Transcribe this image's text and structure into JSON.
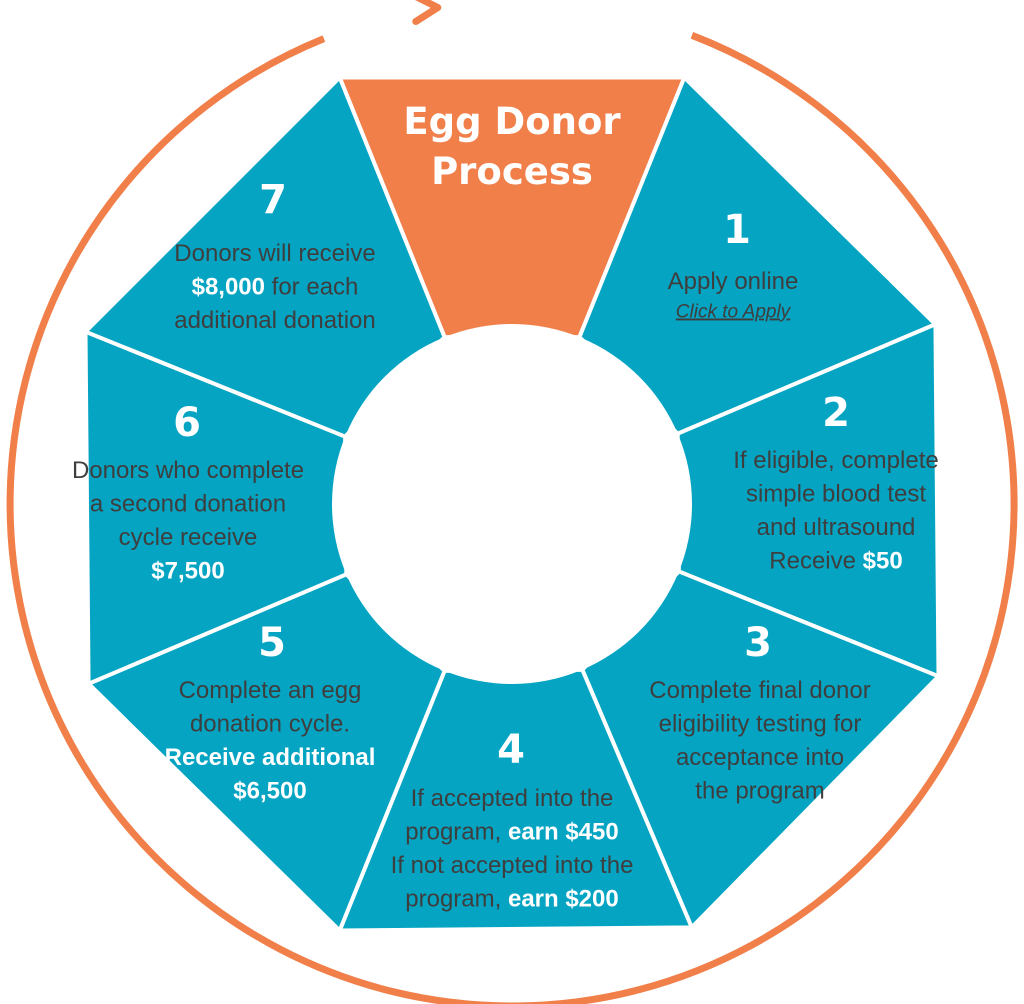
{
  "colors": {
    "segment": "#05a4c2",
    "highlight": "#f17f4a",
    "ring_arrow": "#f17f4a",
    "divider": "#ffffff",
    "body_text": "#3e3e3e",
    "emphasis_text": "#ffffff",
    "center": "#ffffff"
  },
  "title": {
    "line1": "Egg Donor",
    "line2": "Process"
  },
  "steps": [
    {
      "number": "1",
      "lines": [
        [
          {
            "t": "Apply online"
          }
        ]
      ],
      "link_label": "Click to Apply"
    },
    {
      "number": "2",
      "lines": [
        [
          {
            "t": "If eligible, complete"
          }
        ],
        [
          {
            "t": "simple blood test"
          }
        ],
        [
          {
            "t": "and ultrasound"
          }
        ],
        [
          {
            "t": "Receive "
          },
          {
            "t": "$50",
            "b": true
          }
        ]
      ]
    },
    {
      "number": "3",
      "lines": [
        [
          {
            "t": "Complete final donor"
          }
        ],
        [
          {
            "t": "eligibility testing for"
          }
        ],
        [
          {
            "t": "acceptance into"
          }
        ],
        [
          {
            "t": "the program"
          }
        ]
      ]
    },
    {
      "number": "4",
      "lines": [
        [
          {
            "t": "If accepted into the"
          }
        ],
        [
          {
            "t": "program, "
          },
          {
            "t": "earn $450",
            "b": true
          }
        ],
        [
          {
            "t": "If not accepted into the"
          }
        ],
        [
          {
            "t": "program, "
          },
          {
            "t": "earn $200",
            "b": true
          }
        ]
      ]
    },
    {
      "number": "5",
      "lines": [
        [
          {
            "t": "Complete an egg"
          }
        ],
        [
          {
            "t": "donation cycle."
          }
        ],
        [
          {
            "t": "Receive additional",
            "b": true
          }
        ],
        [
          {
            "t": "$6,500",
            "b": true
          }
        ]
      ]
    },
    {
      "number": "6",
      "lines": [
        [
          {
            "t": "Donors who complete"
          }
        ],
        [
          {
            "t": "a second donation"
          }
        ],
        [
          {
            "t": "cycle receive"
          }
        ],
        [
          {
            "t": "$7,500",
            "b": true
          }
        ]
      ]
    },
    {
      "number": "7",
      "lines": [
        [
          {
            "t": "Donors will receive"
          }
        ],
        [
          {
            "t": "$8,000",
            "b": true
          },
          {
            "t": " for each"
          }
        ],
        [
          {
            "t": "additional donation"
          }
        ]
      ]
    }
  ]
}
